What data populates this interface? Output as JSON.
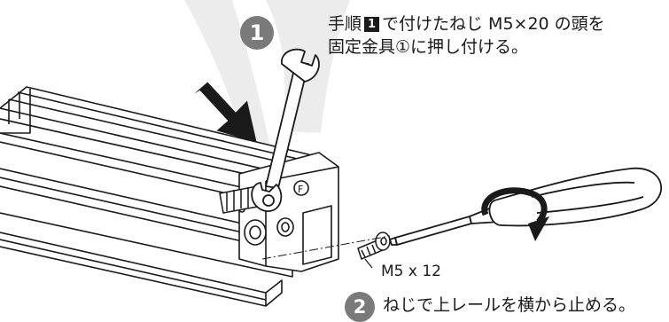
{
  "step1": {
    "badge": "1",
    "text_before": "手順",
    "ref_step": "1",
    "text_line1_after": "で付けたねじ M5×20 の頭を",
    "text_line2": "固定金具①に押し付ける。"
  },
  "step2": {
    "badge": "2",
    "text": "ねじで上レールを横から止める。"
  },
  "part_label": "M5 x 12",
  "bracket_marker": "F",
  "colors": {
    "badge": "#7a7a7a",
    "ink": "#1a1a1a",
    "watermark": "#e6e6e6"
  },
  "icons": [
    "arrow-icon",
    "wrench-icon",
    "screwdriver-icon",
    "rotation-arrow-icon",
    "screw-icon"
  ]
}
